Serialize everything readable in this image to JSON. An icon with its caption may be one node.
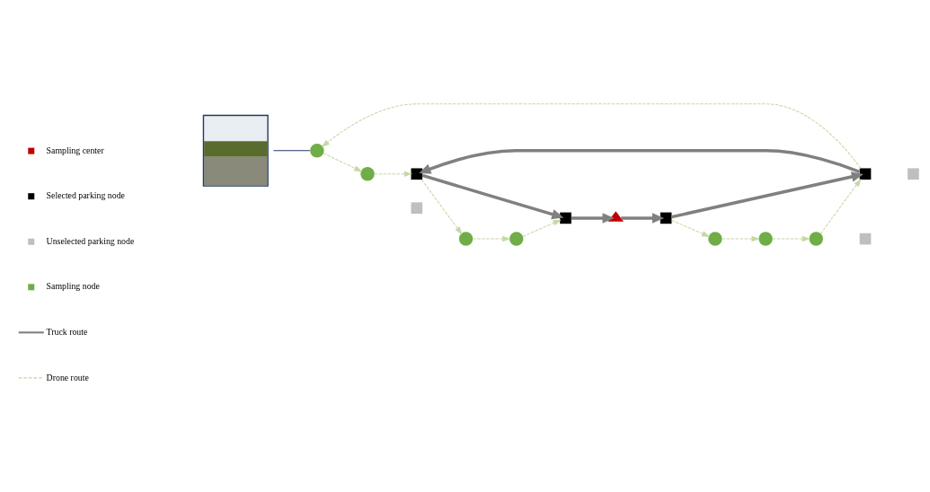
{
  "diagram": {
    "nodes": [
      {
        "text": [],
        "shape": "picture"
      },
      {
        "text": [],
        "shape": "circle"
      },
      {
        "text": [],
        "shape": "box"
      },
      {
        "text": [],
        "shape": "circle"
      },
      {
        "text": [],
        "shape": "circle"
      },
      {
        "text": [],
        "shape": "box"
      },
      {
        "text": [],
        "shape": "circle"
      },
      {
        "text": [],
        "shape": "box"
      },
      {
        "text": [],
        "shape": "box"
      },
      {
        "text": [],
        "shape": "box"
      },
      {
        "text": [],
        "shape": "circle"
      },
      {
        "text": [],
        "shape": "circle"
      },
      {
        "text": [],
        "shape": "circle"
      },
      {
        "text": [],
        "shape": "box"
      },
      {
        "text": [],
        "shape": "triangle"
      },
      {
        "text": [],
        "shape": "box"
      }
    ],
    "edges": [
      {
        "from": 14,
        "to": 15,
        "arrow": "to",
        "style": "thick",
        "color": "#808080"
      },
      {
        "from": 15,
        "to": 8,
        "arrow": "to",
        "style": "thick",
        "color": "#808080"
      },
      {
        "from": 8,
        "to": 5,
        "arrow": "to",
        "style": "thick",
        "color": "#808080"
      },
      {
        "from": 5,
        "to": 7,
        "arrow": "to",
        "style": "thick",
        "color": "#808080"
      },
      {
        "from": 7,
        "to": 14,
        "arrow": "to",
        "style": "thick",
        "color": "#808080"
      },
      {
        "from": 8,
        "to": 4,
        "arrow": "to",
        "style": "dashed"
      },
      {
        "from": 4,
        "to": 1,
        "arrow": "to",
        "style": "dashed"
      },
      {
        "from": 1,
        "to": 5,
        "arrow": "to",
        "style": "dashed"
      },
      {
        "from": 5,
        "to": 3,
        "arrow": "to",
        "style": "dashed"
      },
      {
        "from": 3,
        "to": 6,
        "arrow": "to",
        "style": "dashed"
      },
      {
        "from": 6,
        "to": 7,
        "arrow": "to",
        "style": "dashed"
      },
      {
        "from": 15,
        "to": 11,
        "arrow": "to",
        "style": "dashed"
      },
      {
        "from": 11,
        "to": 10,
        "arrow": "to",
        "style": "dashed"
      },
      {
        "from": 10,
        "to": 12,
        "arrow": "to",
        "style": "dashed"
      },
      {
        "from": 12,
        "to": 8,
        "arrow": "to",
        "style": "dashed"
      },
      {
        "from": 0,
        "to": 4,
        "arrow": "none",
        "color": "#1f3864"
      }
    ],
    "legend": [
      {
        "text": "Sampling center",
        "color": "#c00000"
      },
      {
        "text": "Selected parking node",
        "color": "#000000"
      },
      {
        "text": "Unselected parking node",
        "color": "#bfbfbf"
      },
      {
        "text": "Sampling node",
        "color": "#70ad47"
      },
      {
        "text": "Truck route"
      },
      {
        "text": "Drone route"
      }
    ]
  }
}
